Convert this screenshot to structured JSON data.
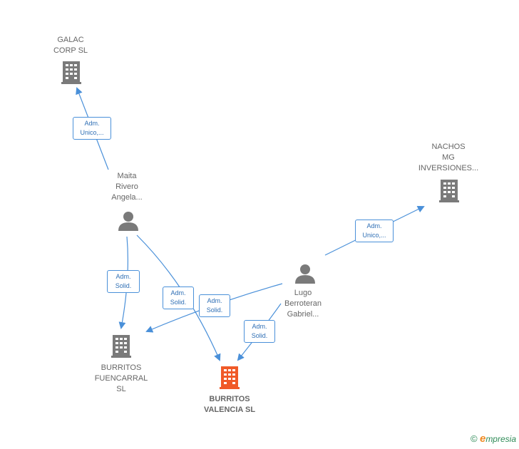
{
  "nodes": {
    "galac": {
      "label_lines": [
        "GALAC",
        "CORP  SL"
      ]
    },
    "nachos": {
      "label_lines": [
        "NACHOS",
        "MG",
        "INVERSIONES..."
      ]
    },
    "maita": {
      "label_lines": [
        "Maita",
        "Rivero",
        "Angela..."
      ]
    },
    "lugo": {
      "label_lines": [
        "Lugo",
        "Berroteran",
        "Gabriel..."
      ]
    },
    "fuencarral": {
      "label_lines": [
        "BURRITOS",
        "FUENCARRAL",
        "SL"
      ]
    },
    "valencia": {
      "label_lines": [
        "BURRITOS",
        "VALENCIA  SL"
      ]
    }
  },
  "relations": {
    "maita_galac": [
      "Adm.",
      "Unico,..."
    ],
    "lugo_nachos": [
      "Adm.",
      "Unico,..."
    ],
    "maita_fuencarral": [
      "Adm.",
      "Solid."
    ],
    "maita_valencia": [
      "Adm.",
      "Solid."
    ],
    "lugo_fuencarral": [
      "Adm.",
      "Solid."
    ],
    "lugo_valencia": [
      "Adm.",
      "Solid."
    ]
  },
  "footer": {
    "copyright": "©",
    "brand_initial": "e",
    "brand_rest": "mpresia"
  },
  "colors": {
    "company": "#7a7a7a",
    "main_company": "#f05a28",
    "person": "#7a7a7a",
    "edge": "#4a90d9"
  }
}
